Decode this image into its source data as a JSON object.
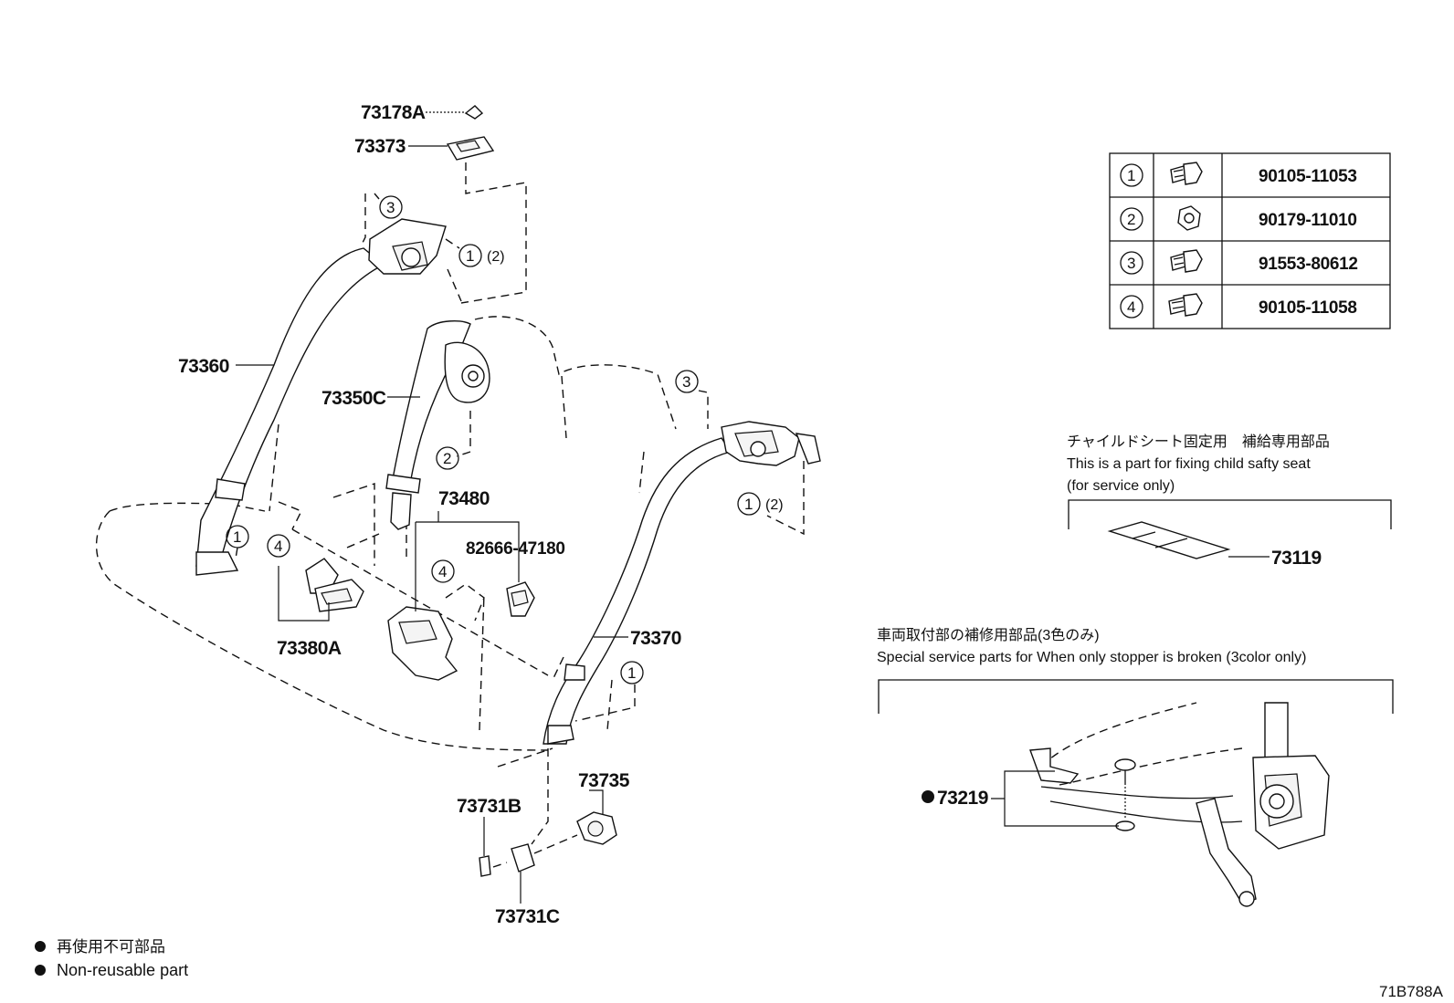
{
  "parts": {
    "p73178A": "73178A",
    "p73373": "73373",
    "p73360": "73360",
    "p73350C": "73350C",
    "p73480": "73480",
    "p82666": "82666-47180",
    "p73380A": "73380A",
    "p73370": "73370",
    "p73735": "73735",
    "p73731B": "73731B",
    "p73731C": "73731C",
    "p73119": "73119",
    "p73219": "73219"
  },
  "callouts": {
    "c1": "1",
    "c2": "2",
    "c3": "3",
    "c4": "4",
    "qty2": "(2)"
  },
  "fastener_table": {
    "rows": [
      {
        "no": "1",
        "part": "90105-11053",
        "icon": "flange-bolt-icon"
      },
      {
        "no": "2",
        "part": "90179-11010",
        "icon": "flange-nut-icon"
      },
      {
        "no": "3",
        "part": "91553-80612",
        "icon": "flange-bolt-icon"
      },
      {
        "no": "4",
        "part": "90105-11058",
        "icon": "flange-bolt-icon"
      }
    ]
  },
  "child_seat_note": {
    "jp": "チャイルドシート固定用　補給専用部品",
    "en1": "This is a part for fixing child safty seat",
    "en2": "(for service only)"
  },
  "stopper_note": {
    "jp": "車両取付部の補修用部品(3色のみ)",
    "en": "Special service parts for When only stopper is broken (3color only)"
  },
  "legend": {
    "jp": "再使用不可部品",
    "en": "Non-reusable part"
  },
  "diagram_id": "71B788A"
}
